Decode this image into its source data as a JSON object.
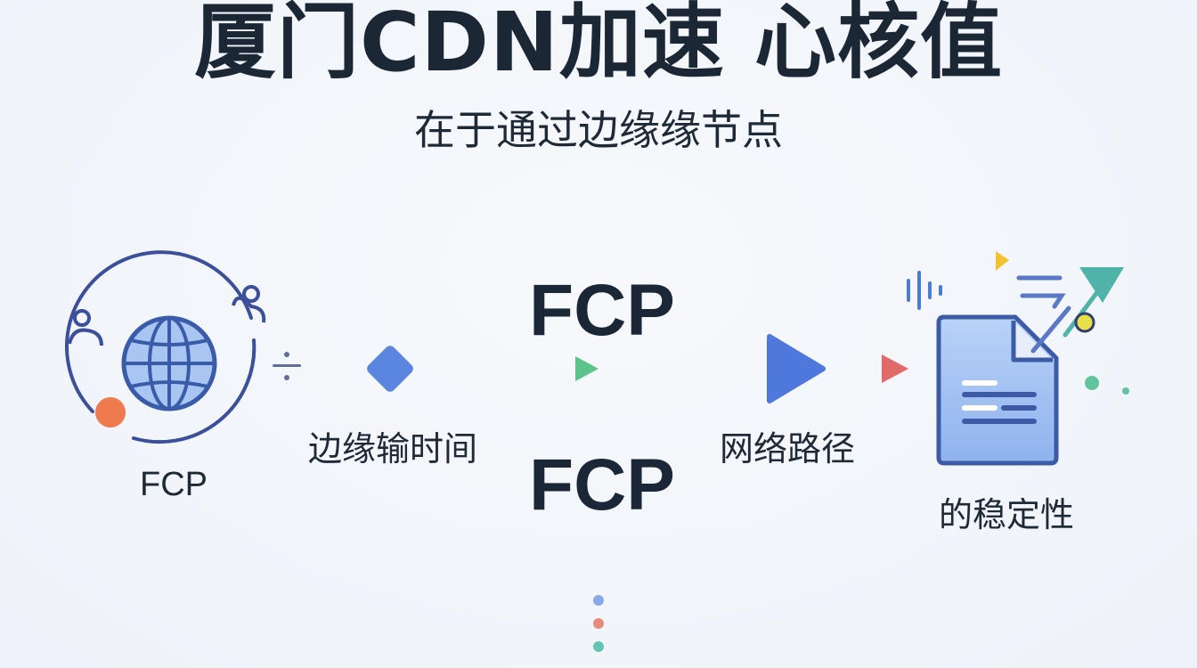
{
  "title": "厦门CDN加速 心核值",
  "subtitle": "在于通过边缘缘节点",
  "left_node": {
    "label": "FCP",
    "icon": "globe-icon"
  },
  "center": {
    "top_label": "FCP",
    "bottom_label": "FCP"
  },
  "segment_1": {
    "label": "边缘输时间"
  },
  "segment_2": {
    "label": "网络路径"
  },
  "right_node": {
    "label": "的稳定性",
    "icon": "document-icon"
  },
  "colors": {
    "blue": "#4a7de0",
    "green": "#5cc38a",
    "orange": "#ee8a4f",
    "red": "#e06a6a",
    "coral": "#ee7a4e",
    "teal": "#4fb3a9"
  }
}
